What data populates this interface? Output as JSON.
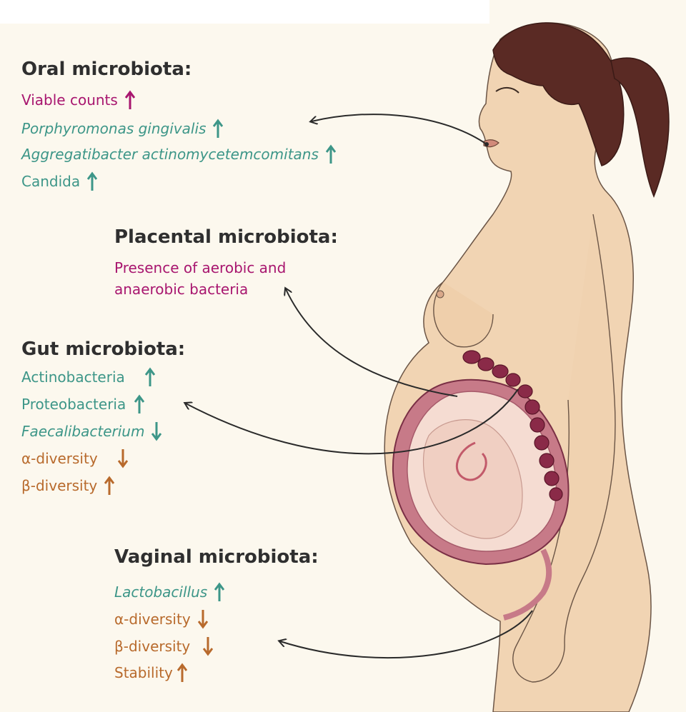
{
  "colors": {
    "increase_magenta": "#a8166f",
    "taxa_teal": "#3d9688",
    "diversity_brown": "#b86a2c",
    "heading": "#2f2f2f",
    "background": "#fcf8ee",
    "skin": "#f1d4b3",
    "hair": "#5a2a24"
  },
  "oral": {
    "title": "Oral microbiota:",
    "items": [
      {
        "label": "Viable counts",
        "direction": "up",
        "color": "magenta"
      },
      {
        "label": "Porphyromonas gingivalis",
        "direction": "up",
        "color": "teal",
        "italic": true
      },
      {
        "label": "Aggregatibacter actinomycetemcomitans",
        "direction": "up",
        "color": "teal",
        "italic": true
      },
      {
        "label": "Candida",
        "direction": "up",
        "color": "teal"
      }
    ]
  },
  "placental": {
    "title": "Placental microbiota:",
    "lines": [
      "Presence of aerobic and",
      "anaerobic bacteria"
    ]
  },
  "gut": {
    "title": "Gut microbiota:",
    "items": [
      {
        "label": "Actinobacteria",
        "direction": "up",
        "color": "teal"
      },
      {
        "label": "Proteobacteria",
        "direction": "up",
        "color": "teal"
      },
      {
        "label": "Faecalibacterium",
        "direction": "down",
        "color": "teal",
        "italic": true
      },
      {
        "label": "α-diversity",
        "direction": "down",
        "color": "brown"
      },
      {
        "label": "β-diversity",
        "direction": "up",
        "color": "brown"
      }
    ]
  },
  "vaginal": {
    "title": "Vaginal microbiota:",
    "items": [
      {
        "label": "Lactobacillus",
        "direction": "up",
        "color": "teal",
        "italic": true
      },
      {
        "label": "α-diversity",
        "direction": "down",
        "color": "brown"
      },
      {
        "label": "β-diversity",
        "direction": "down",
        "color": "brown"
      },
      {
        "label": "Stability",
        "direction": "up",
        "color": "brown"
      }
    ]
  },
  "icons": {
    "up": "arrow-up-icon",
    "down": "arrow-down-icon",
    "figure": "pregnant-woman-illustration",
    "pointer": "curved-pointer-arrow"
  }
}
